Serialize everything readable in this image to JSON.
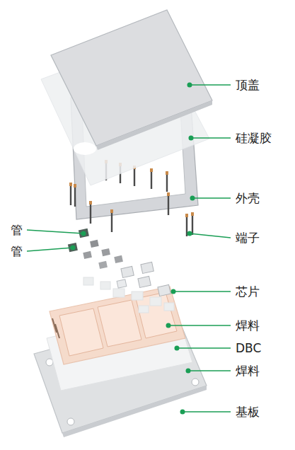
{
  "diagram": {
    "labels": [
      "顶盖",
      "硅凝胶",
      "外壳",
      "端子",
      "芯片",
      "焊料",
      "DBC",
      "焊料",
      "基板",
      "管",
      "管"
    ]
  }
}
